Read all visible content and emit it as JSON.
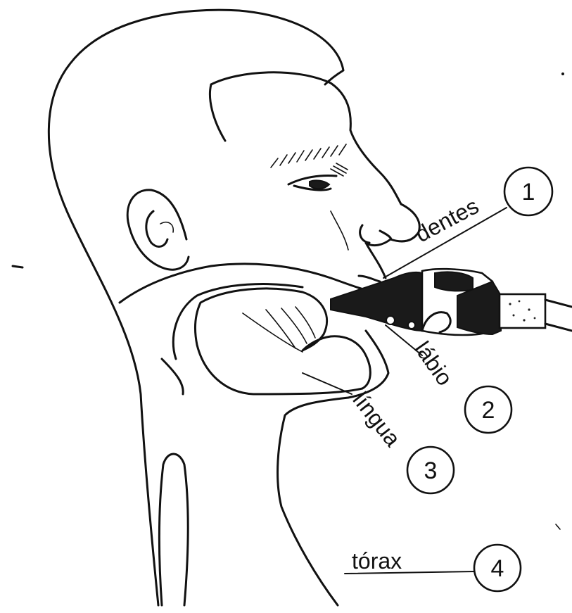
{
  "labels": [
    {
      "id": "dentes",
      "text": "dentes",
      "number": "1"
    },
    {
      "id": "labio",
      "text": "lábio",
      "number": "2"
    },
    {
      "id": "lingua",
      "text": "língua",
      "number": "3"
    },
    {
      "id": "torax",
      "text": "tórax",
      "number": "4"
    }
  ]
}
